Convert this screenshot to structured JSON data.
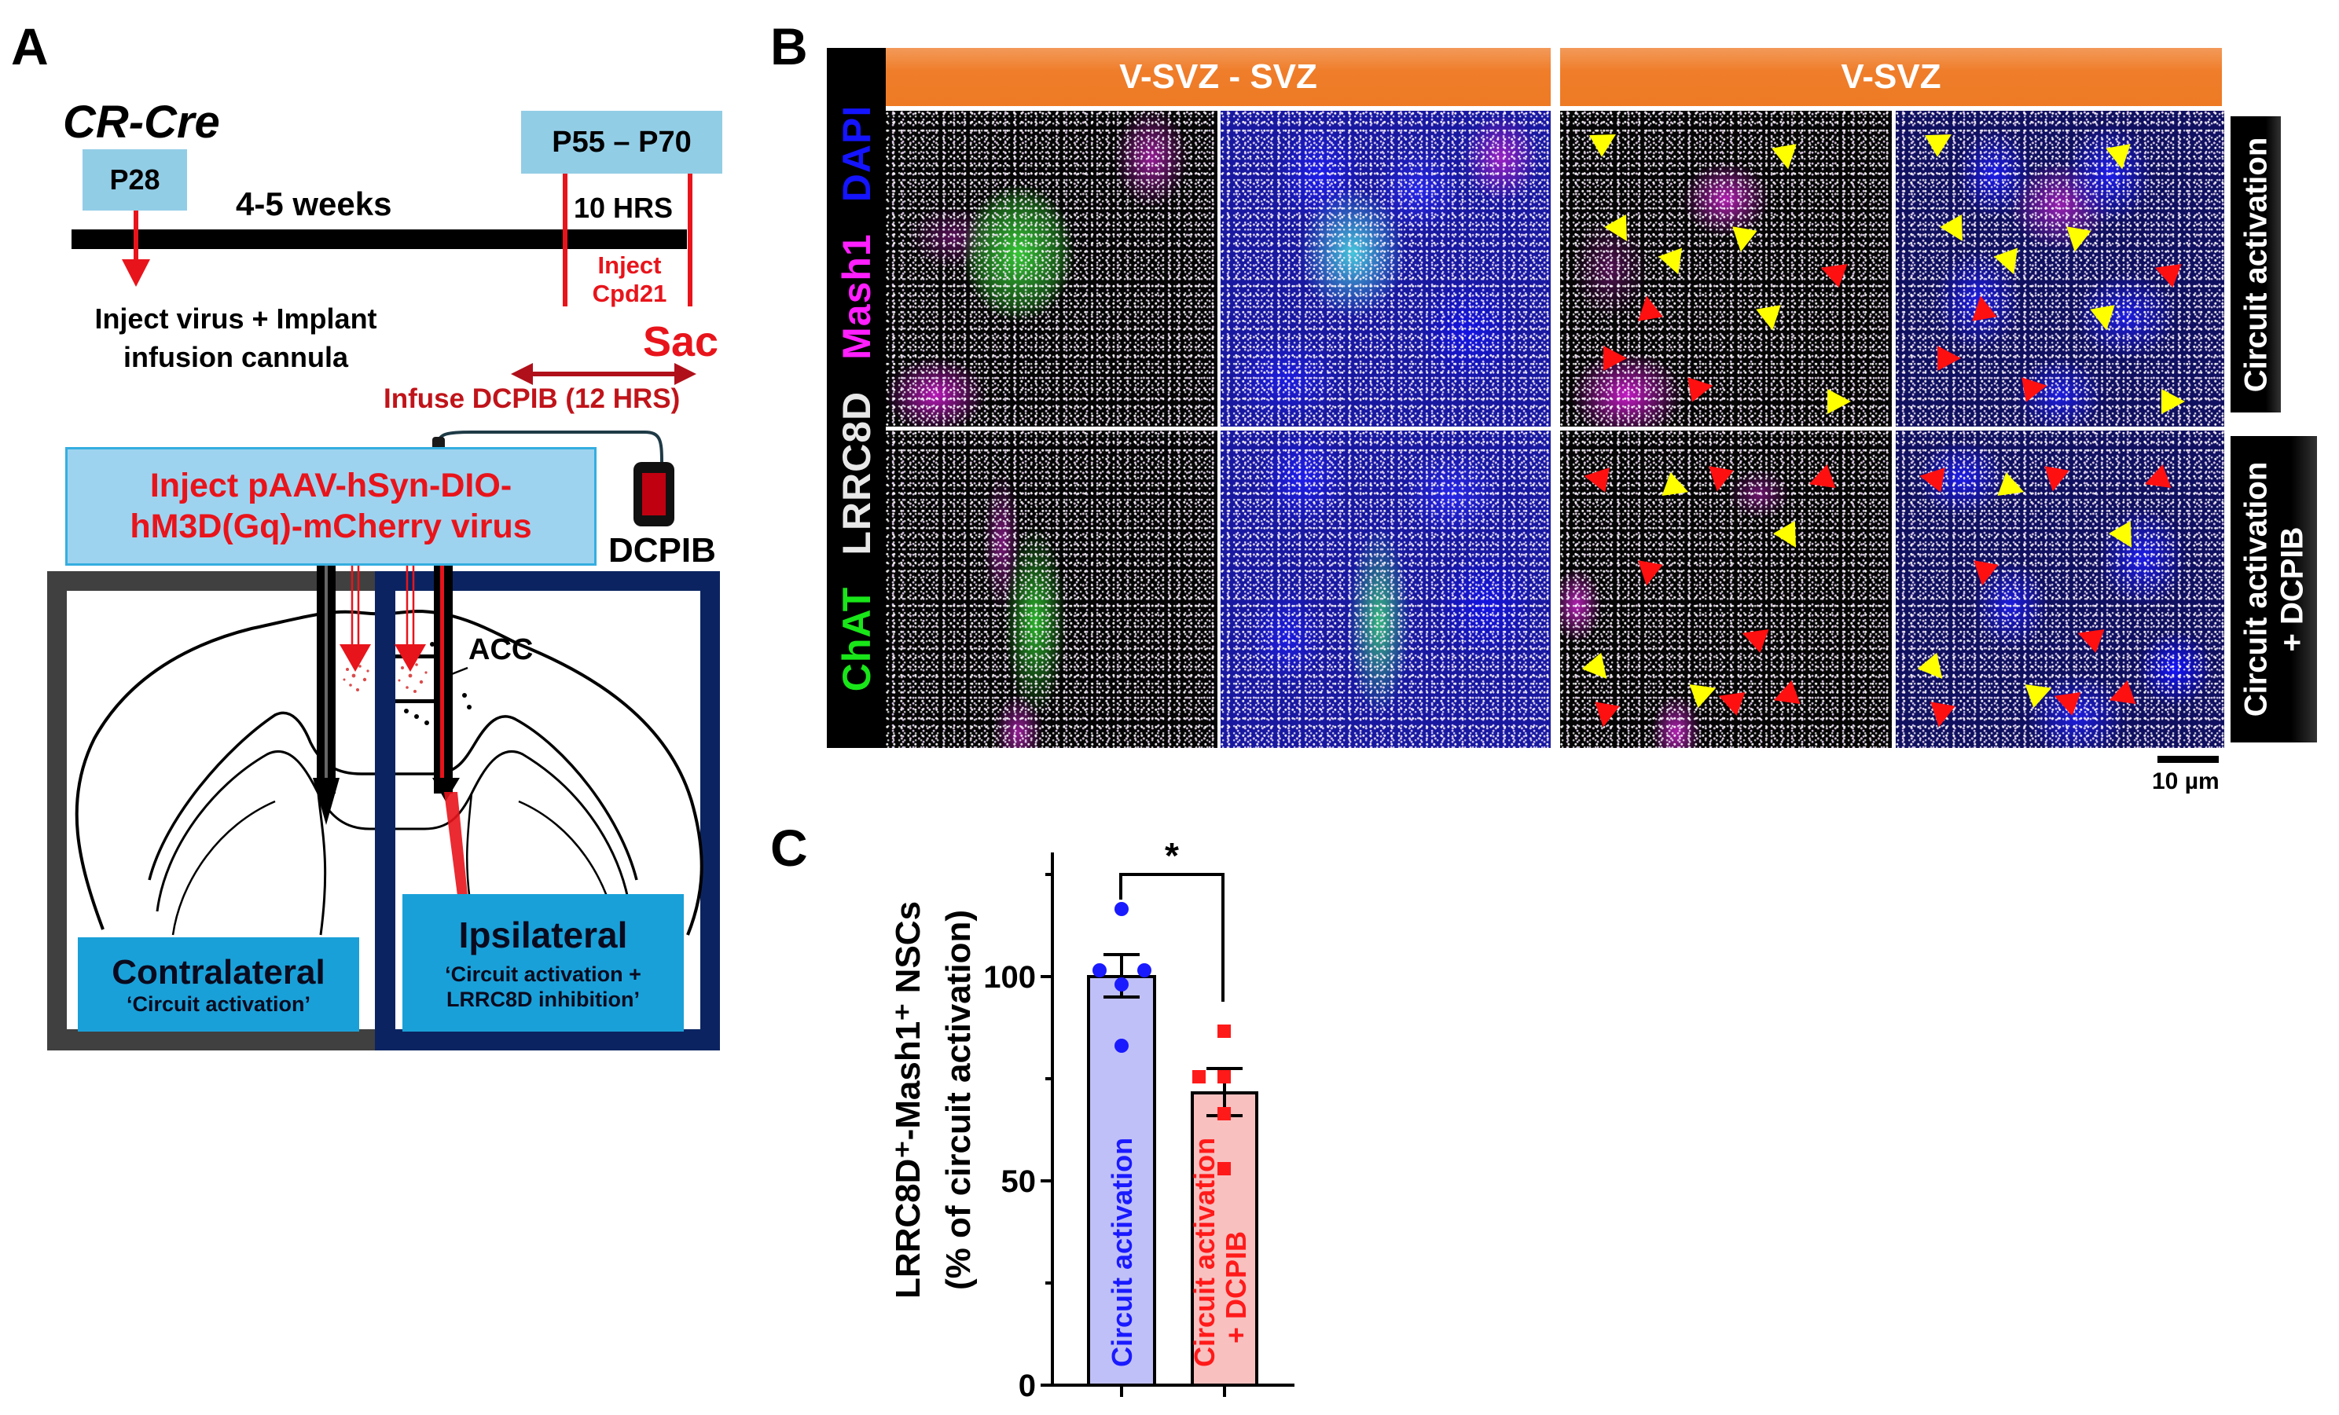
{
  "panel_letters": {
    "a": "A",
    "b": "B",
    "c": "C"
  },
  "panel_a": {
    "mouse_line": "CR-Cre",
    "timeline": {
      "start_box": "P28",
      "end_box": "P55 – P70",
      "duration_label": "4-5 weeks",
      "window_label": "10 HRS",
      "inject_drug_line1": "Inject",
      "inject_drug_line2": "Cpd21",
      "sac_label": "Sac",
      "start_event_line1": "Inject virus + Implant",
      "start_event_line2": "infusion cannula",
      "infusion_label": "Infuse DCPIB (12 HRS)"
    },
    "virus_box_line1": "Inject pAAV-hSyn-DIO-",
    "virus_box_line2": "hM3D(Gq)-mCherry virus",
    "pump_label": "DCPIB",
    "region_label": "ACC",
    "contralateral": {
      "title": "Contralateral",
      "subtitle": "‘Circuit activation’"
    },
    "ipsilateral": {
      "title": "Ipsilateral",
      "subtitle_line1": "‘Circuit activation +",
      "subtitle_line2": "LRRC8D inhibition’"
    },
    "colors": {
      "timeline_box": "#92cde6",
      "label_box": "#1aa0d8",
      "virus_box": "#9ed3f0",
      "red": "#e8141b",
      "contra_border": "#404040",
      "ipsi_border": "#0b2461"
    }
  },
  "panel_b": {
    "channel_labels": [
      {
        "text": "DAPI",
        "color": "#1414ff"
      },
      {
        "text": "Mash1",
        "color": "#ff1fff"
      },
      {
        "text": "LRRC8D",
        "color": "#e8e8e8"
      },
      {
        "text": "ChAT",
        "color": "#19e619"
      }
    ],
    "column_headers": [
      "V-SVZ - SVZ",
      "V-SVZ"
    ],
    "row_labels": [
      {
        "line1": "Circuit activation",
        "line2": ""
      },
      {
        "line1": "Circuit activation",
        "line2": "+ DCPIB"
      }
    ],
    "scale_bar": "10 µm",
    "arrow_colors": {
      "yellow": "#ffff00",
      "red": "#ff1010"
    },
    "header_color": "#ef7d2a"
  },
  "chart_data": {
    "type": "bar",
    "title": "",
    "categories": [
      "Circuit activation",
      "Circuit activation + DCPIB"
    ],
    "values": [
      100,
      71.5
    ],
    "error_sem": [
      [
        95,
        105.5
      ],
      [
        66,
        77.5
      ]
    ],
    "series": [
      {
        "name": "Circuit activation",
        "values": [
          116.5,
          101.5,
          101.5,
          98,
          83
        ],
        "color": "#1a1aff",
        "bar_fill": "#c0c0f8",
        "marker": "circle"
      },
      {
        "name": "Circuit activation + DCPIB",
        "values": [
          86.5,
          75.5,
          75.5,
          66.5,
          53
        ],
        "color": "#ff1a1a",
        "bar_fill": "#f9c0c0",
        "marker": "square"
      }
    ],
    "xlabel": "",
    "ylabel_line1": "LRRC8D⁺-Mash1⁺ NSCs",
    "ylabel_line2": "(% of circuit activation)",
    "ylim": [
      0,
      125
    ],
    "yticks": [
      0,
      50,
      100
    ],
    "minor_yticks": [
      25,
      75,
      125
    ],
    "significance": "*",
    "grid": false,
    "legend": "none"
  }
}
